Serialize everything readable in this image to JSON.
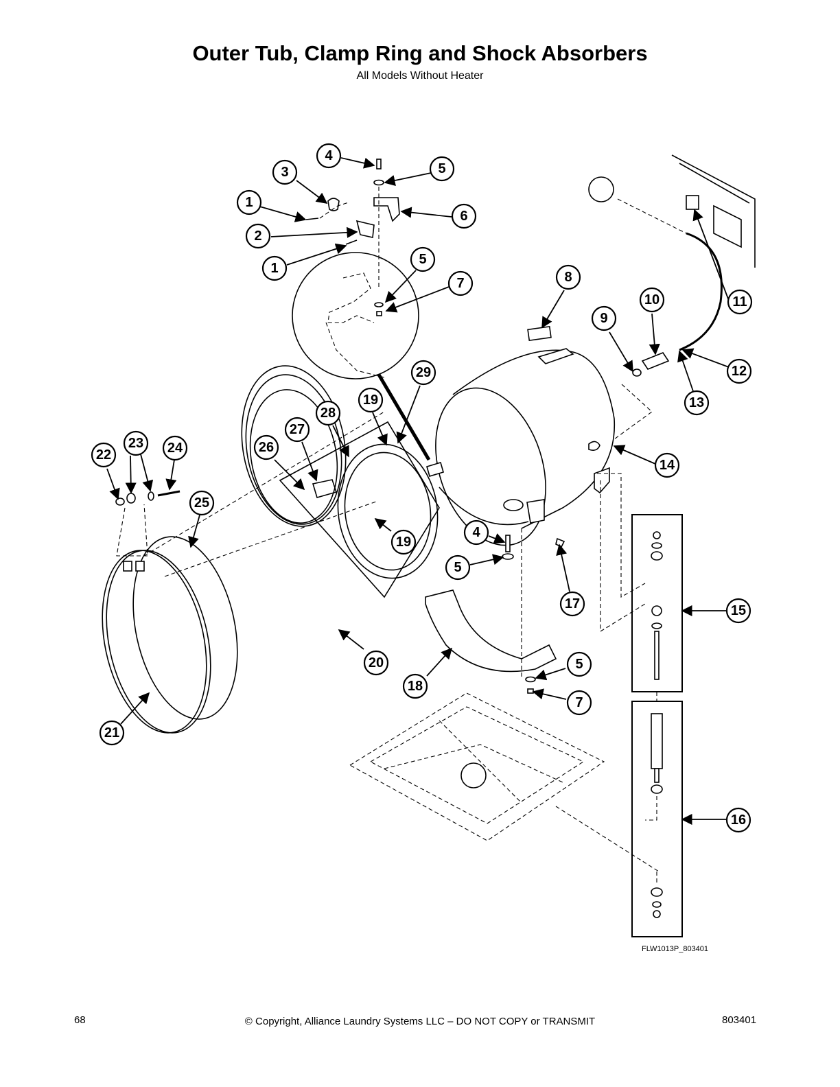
{
  "title": "Outer Tub, Clamp Ring and Shock Absorbers",
  "subtitle": "All Models Without Heater",
  "figure_code": "FLW1013P_803401",
  "footer": {
    "page_number": "68",
    "copyright": "© Copyright, Alliance Laundry Systems LLC – DO NOT COPY or TRANSMIT",
    "doc_number": "803401"
  },
  "callouts": [
    "1",
    "2",
    "3",
    "4",
    "5",
    "6",
    "7",
    "8",
    "9",
    "10",
    "11",
    "12",
    "13",
    "14",
    "15",
    "16",
    "17",
    "18",
    "19",
    "20",
    "21",
    "22",
    "23",
    "24",
    "25",
    "26",
    "27",
    "28",
    "29"
  ]
}
